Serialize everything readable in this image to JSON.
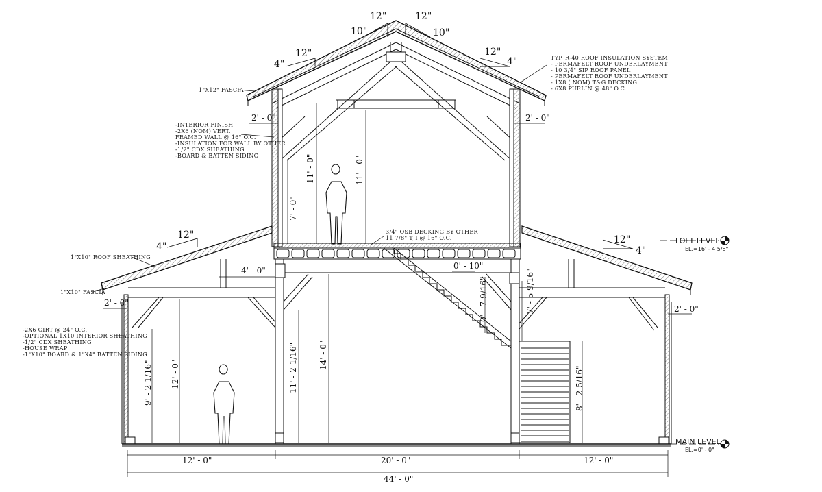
{
  "pitch": {
    "rise_10": "10\"",
    "rise_4": "4\"",
    "run": "12\""
  },
  "roof_note": [
    "TYP. R-40 ROOF INSULATION SYSTEM",
    "- PERMAFELT ROOF UNDERLAYMENT",
    "- 10 3/4\" SIP ROOF PANEL",
    "- PERMAFELT ROOF UNDERLAYMENT",
    "- 1X8 ( NOM) T&G DECKING",
    "- 6X8 PURLIN @ 48\" O.C."
  ],
  "fascia_upper": "1\"X12\" FASCIA",
  "wall_note": [
    "-INTERIOR FINISH",
    "-2X6 (NOM) VERT.",
    "FRAMED WALL @ 16\" O.C.",
    "-INSULATION FOR WALL BY OTHER",
    "-1/2\" CDX SHEATHING",
    "-BOARD & BATTEN SIDING"
  ],
  "roof_sheathing": "1\"X10\" ROOF SHEATHING",
  "fascia_lower": "1\"X10\" FASCIA",
  "lower_wall_note": [
    "-2X6 GIRT @ 24\" O.C.",
    "-OPTIONAL 1X10 INTERIOR SHEATHING",
    "-1/2\" CDX SHEATHING",
    "-HOUSE WRAP",
    "-1\"X10\" BOARD & 1\"X4\" BATTEN SIDING"
  ],
  "deck_note": [
    "3/4\" OSB DECKING BY OTHER",
    "11 7/8\" TJI @ 16\" O.C."
  ],
  "dims": {
    "overhang_upper": "2' - 0\"",
    "overhang_lower": "2' - 0\"",
    "loft_wall": "7' - 0\"",
    "loft_ceiling": "11' - 0\"",
    "post_offset": "4' - 0\"",
    "stair_run": "0' - 10\"",
    "stair_riser": "0' - 7 9/16\"",
    "stair_lower": "7' - 5 9/16\"",
    "stair_upper": "8' - 2 5/16\"",
    "lean_to_wall": "9' - 2 1/16\"",
    "lean_to_height": "12' - 0\"",
    "main_post": "11' - 2 1/16\"",
    "main_height": "14' - 0\"",
    "bay_side": "12' - 0\"",
    "bay_center": "20' - 0\"",
    "overall": "44' - 0\""
  },
  "levels": {
    "loft": {
      "name": "LOFT LEVEL",
      "el": "EL.=16' - 4 5/8\""
    },
    "main": {
      "name": "MAIN LEVEL",
      "el": "EL.=0' - 0\""
    }
  }
}
